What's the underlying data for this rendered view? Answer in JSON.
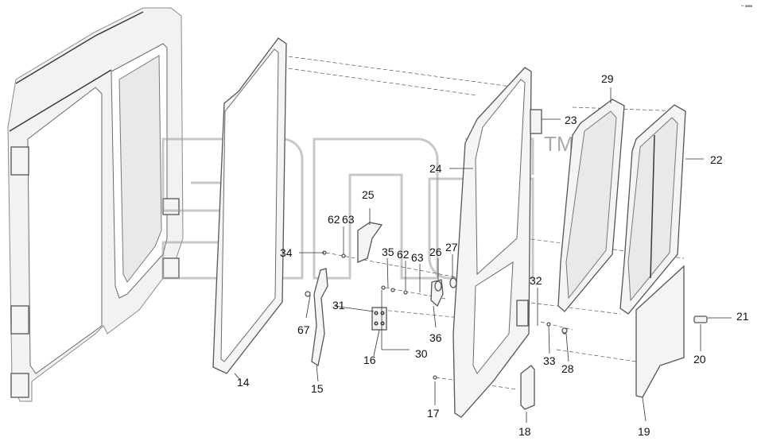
{
  "diagram": {
    "corner_mark": "•• ■■■",
    "watermark_tm": "TM",
    "callouts": [
      "14",
      "15",
      "16",
      "17",
      "18",
      "19",
      "20",
      "21",
      "22",
      "23",
      "24",
      "25",
      "26",
      "27",
      "28",
      "29",
      "30",
      "31",
      "32",
      "33",
      "34",
      "35",
      "36",
      "62",
      "63",
      "67"
    ],
    "labels": {
      "l14": "14",
      "l15": "15",
      "l16": "16",
      "l17": "17",
      "l18": "18",
      "l19": "19",
      "l20": "20",
      "l21": "21",
      "l22": "22",
      "l23": "23",
      "l24": "24",
      "l25": "25",
      "l26": "26",
      "l27": "27",
      "l28": "28",
      "l29": "29",
      "l30": "30",
      "l31": "31",
      "l32": "32",
      "l33": "33",
      "l34": "34",
      "l35": "35",
      "l36": "36",
      "l62a": "62",
      "l63a": "63",
      "l62b": "62",
      "l63b": "63",
      "l67": "67"
    }
  }
}
